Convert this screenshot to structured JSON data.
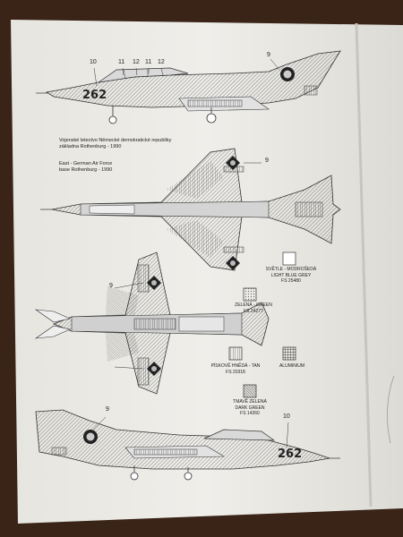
{
  "callouts": {
    "top_10": "10",
    "top_11a": "11",
    "top_12": "12",
    "top_11b": "11",
    "top_12b": "12",
    "top_9": "9",
    "plan_9": "9",
    "under_9": "9",
    "bottom_9": "9",
    "bottom_10": "10"
  },
  "serial": {
    "upper": "262",
    "lower": "262"
  },
  "caption_cz": {
    "line1": "Vojenské letectvo Německé demokratické republiky",
    "line2": "základna Rothenburg - 1990"
  },
  "caption_en": {
    "line1": "East - German Air Force",
    "line2": "base Rothenburg - 1990"
  },
  "color_key": {
    "light_blue_grey": [
      "SVĚTLE - MODROŠEDÁ",
      "LIGHT BLUE GREY",
      "FS 25480"
    ],
    "green": [
      "ZELENÁ - GREEN",
      "FS 24277"
    ],
    "tan": [
      "PÍSKOVĚ HNĚDÁ - TAN",
      "FS 20318"
    ],
    "aluminium": [
      "ALUMINIUM"
    ],
    "dark_green": [
      "TMAVĚ ZELENÁ",
      "DARK GREEN",
      "FS 14260"
    ]
  },
  "colors": {
    "paper": "#ecebe6",
    "paper_shadow": "#c9c8c2",
    "background": "#3a2418",
    "ink": "#2a2a2a"
  }
}
